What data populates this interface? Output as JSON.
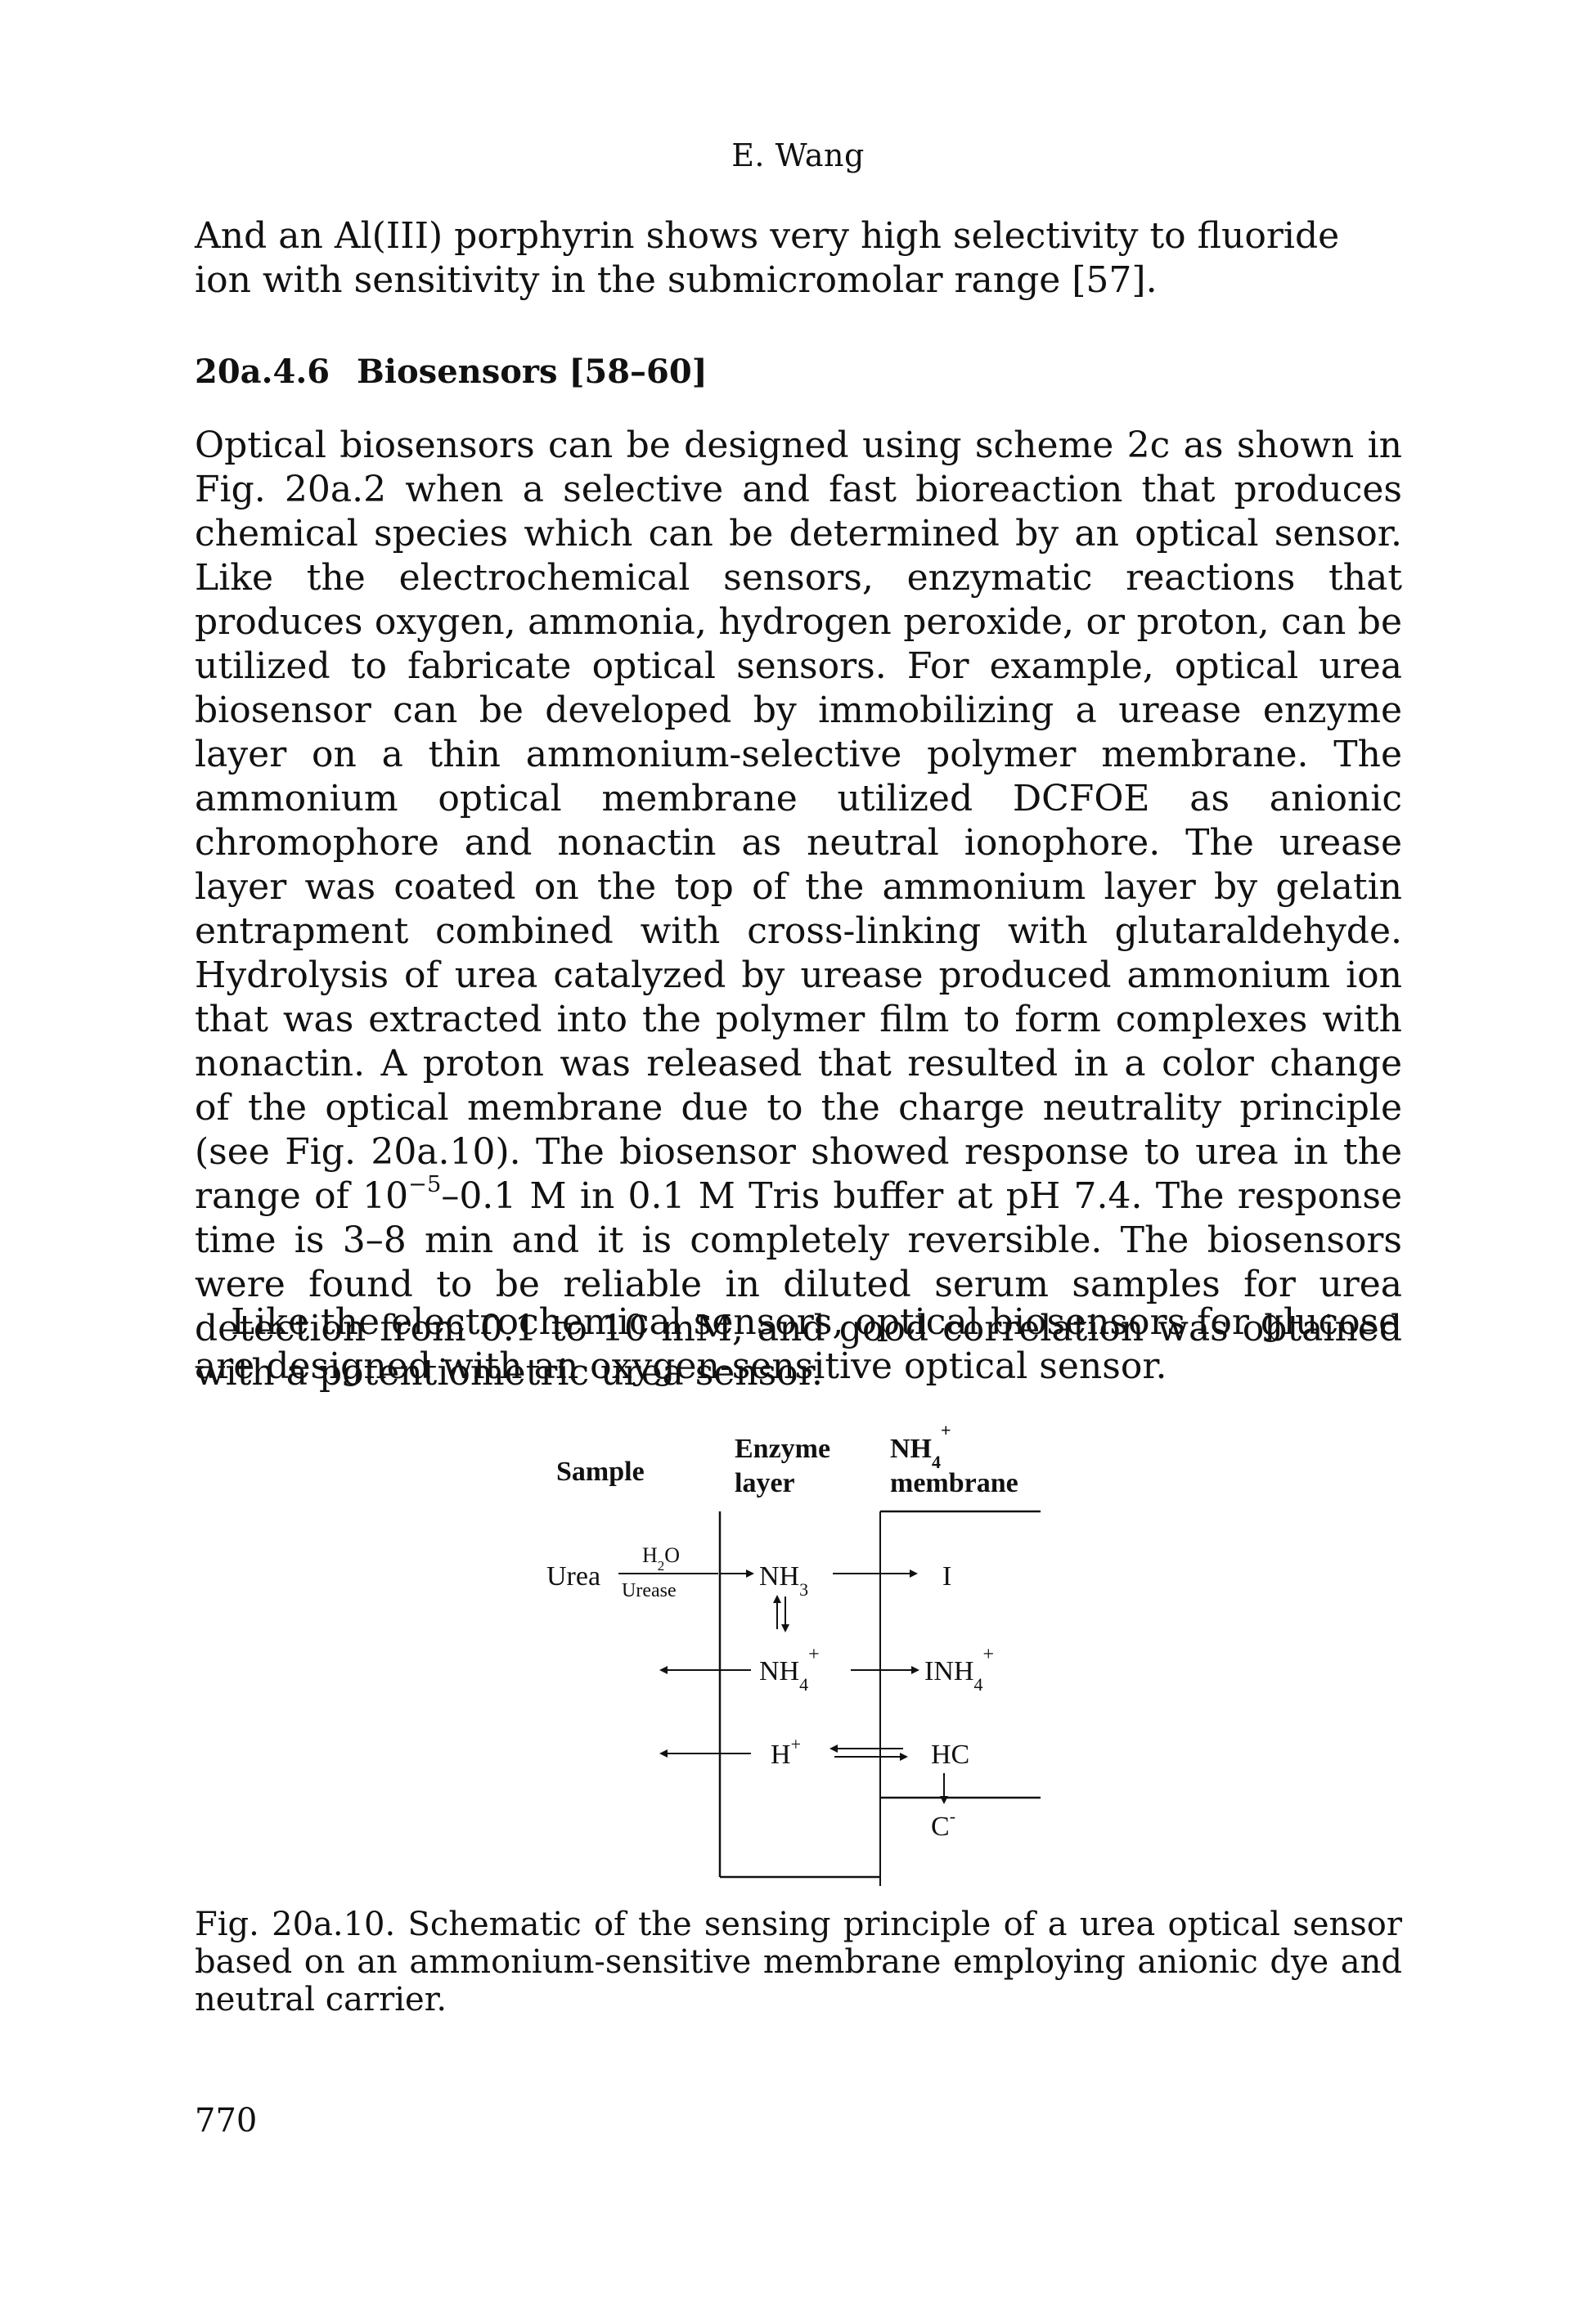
{
  "header": {
    "running_head": "E. Wang"
  },
  "paragraph_1": "And an Al(III) porphyrin shows very high selectivity to fluoride ion with sensitivity in the submicromolar range [57].",
  "section": {
    "number": "20a.4.6",
    "title": "Biosensors [58–60]"
  },
  "paragraph_2": {
    "part_a": "Optical biosensors can be designed using scheme 2c as shown in Fig. 20a.2 when a selective and fast bioreaction that produces chemical species which can be determined by an optical sensor. Like the electrochemical sensors, enzymatic reactions that produces oxygen, ammonia, hydrogen peroxide, or proton, can be utilized to fabricate optical sensors. For example, optical urea biosensor can be developed by immobilizing a urease enzyme layer on a thin ammonium-selective polymer membrane. The ammonium optical membrane utilized DCFOE as anionic chromophore and nonactin as neutral ionophore. The urease layer was coated on the top of the ammonium layer by gelatin entrapment combined with cross-linking with glutaraldehyde. Hydrolysis of urea catalyzed by urease produced ammonium ion that was extracted into the polymer film to form complexes with nonactin. A proton was released that resulted in a color change of the optical membrane due to the charge neutrality principle (see Fig. 20a.10). The biosensor showed response to urea in the range of 10",
    "exponent": "−5",
    "part_b": "–0.1 M in 0.1 M Tris buffer at pH 7.4. The response time is 3–8 min and it is completely reversible. The biosensors were found to be reliable in diluted serum samples for urea detection from 0.1 to 10 mM, and good correlation was obtained with a potentiometric urea sensor."
  },
  "paragraph_3": "Like the electrochemical sensors, optical biosensors for glucose are designed with an oxygen-sensitive optical sensor.",
  "figure": {
    "col_sample": "Sample",
    "col_enzyme_1": "Enzyme",
    "col_enzyme_2": "layer",
    "col_membrane_1_base": "NH",
    "col_membrane_1_sub": "4",
    "col_membrane_1_sup": "+",
    "col_membrane_2": "membrane",
    "urea": "Urea",
    "h2o_base": "H",
    "h2o_sub": "2",
    "h2o_end": "O",
    "urease": "Urease",
    "nh3_base": "NH",
    "nh3_sub": "3",
    "ionophore": "I",
    "nh4_base": "NH",
    "nh4_sub": "4",
    "nh4_sup": "+",
    "inh4_base": "INH",
    "inh4_sub": "4",
    "inh4_sup": "+",
    "proton_base": "H",
    "proton_sup": "+",
    "hc": "HC",
    "c_anion": "C",
    "c_anion_sup": "-"
  },
  "caption": "Fig. 20a.10. Schematic of the sensing principle of a urea optical sensor based on an ammonium-sensitive membrane employing anionic dye and neutral carrier.",
  "page_number": "770"
}
